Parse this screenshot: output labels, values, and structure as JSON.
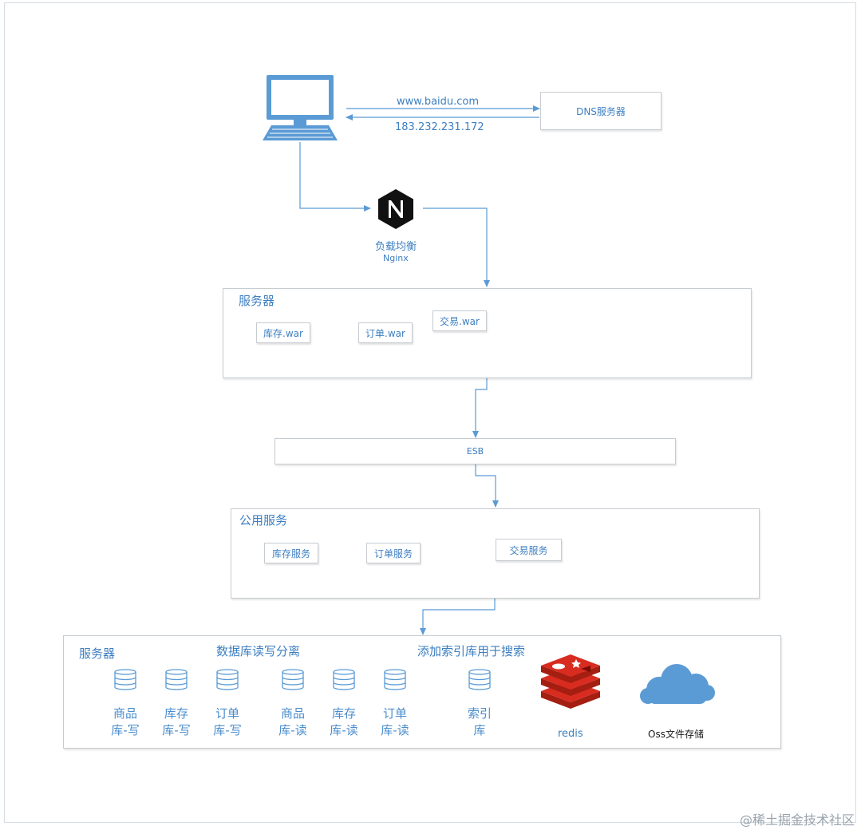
{
  "client": {
    "request_label": "www.baidu.com",
    "response_label": "183.232.231.172"
  },
  "dns": {
    "label": "DNS服务器"
  },
  "nginx": {
    "line1": "负载均衡",
    "line2": "Nginx"
  },
  "app_server": {
    "title": "服务器",
    "modules": [
      "库存.war",
      "订单.war",
      "交易.war"
    ]
  },
  "esb": {
    "label": "ESB"
  },
  "common": {
    "title": "公用服务",
    "services": [
      "库存服务",
      "订单服务",
      "交易服务"
    ]
  },
  "storage": {
    "title": "服务器",
    "rw_title": "数据库读写分离",
    "index_title": "添加索引库用于搜索",
    "databases": [
      {
        "line1": "商品",
        "line2": "库-写"
      },
      {
        "line1": "库存",
        "line2": "库-写"
      },
      {
        "line1": "订单",
        "line2": "库-写"
      },
      {
        "line1": "商品",
        "line2": "库-读"
      },
      {
        "line1": "库存",
        "line2": "库-读"
      },
      {
        "line1": "订单",
        "line2": "库-读"
      },
      {
        "line1": "索引",
        "line2": "库"
      }
    ],
    "redis_label": "redis",
    "oss_label": "Oss文件存储"
  },
  "watermark": "@稀土掘金技术社区",
  "colors": {
    "accent": "#3d7fc1",
    "line": "#5b9bd5",
    "redis": "#d82c20",
    "cloud": "#5b9bd5"
  }
}
